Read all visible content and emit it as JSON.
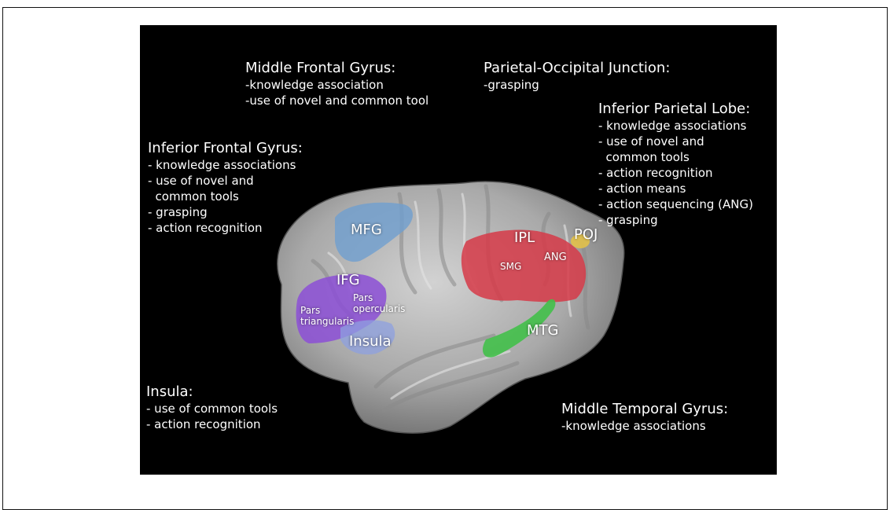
{
  "colors": {
    "background": "#000000",
    "brain": "#a9a9a9",
    "mfg": "#6f9fcf",
    "ifg": "#8c4fd6",
    "insula": "#8ea0e0",
    "ipl": "#d63a48",
    "poj": "#e2c14a",
    "mtg": "#43c04a"
  },
  "annotations": [
    {
      "id": "mfg",
      "title": "Middle Frontal Gyrus:",
      "lines": [
        "-knowledge association",
        "-use of novel and common tool"
      ]
    },
    {
      "id": "poj",
      "title": "Parietal-Occipital Junction:",
      "lines": [
        "-grasping"
      ]
    },
    {
      "id": "ipl",
      "title": "Inferior Parietal Lobe:",
      "lines": [
        "- knowledge associations",
        "- use of novel and",
        "  common tools",
        "- action recognition",
        "- action means",
        "- action sequencing (ANG)",
        "- grasping"
      ]
    },
    {
      "id": "ifg",
      "title": "Inferior Frontal Gyrus:",
      "lines": [
        "- knowledge associations",
        "- use of novel and",
        "  common tools",
        "- grasping",
        "- action recognition"
      ]
    },
    {
      "id": "insula",
      "title": "Insula:",
      "lines": [
        "- use of common tools",
        "- action recognition"
      ]
    },
    {
      "id": "mtg",
      "title": "Middle Temporal Gyrus:",
      "lines": [
        "-knowledge associations"
      ]
    }
  ],
  "region_labels": {
    "mfg": "MFG",
    "ifg": "IFG",
    "pars_opercularis_1": "Pars",
    "pars_opercularis_2": "opercularis",
    "pars_triangularis_1": "Pars",
    "pars_triangularis_2": "triangularis",
    "insula": "Insula",
    "ipl": "IPL",
    "smg": "SMG",
    "ang": "ANG",
    "poj": "POJ",
    "mtg": "MTG"
  }
}
